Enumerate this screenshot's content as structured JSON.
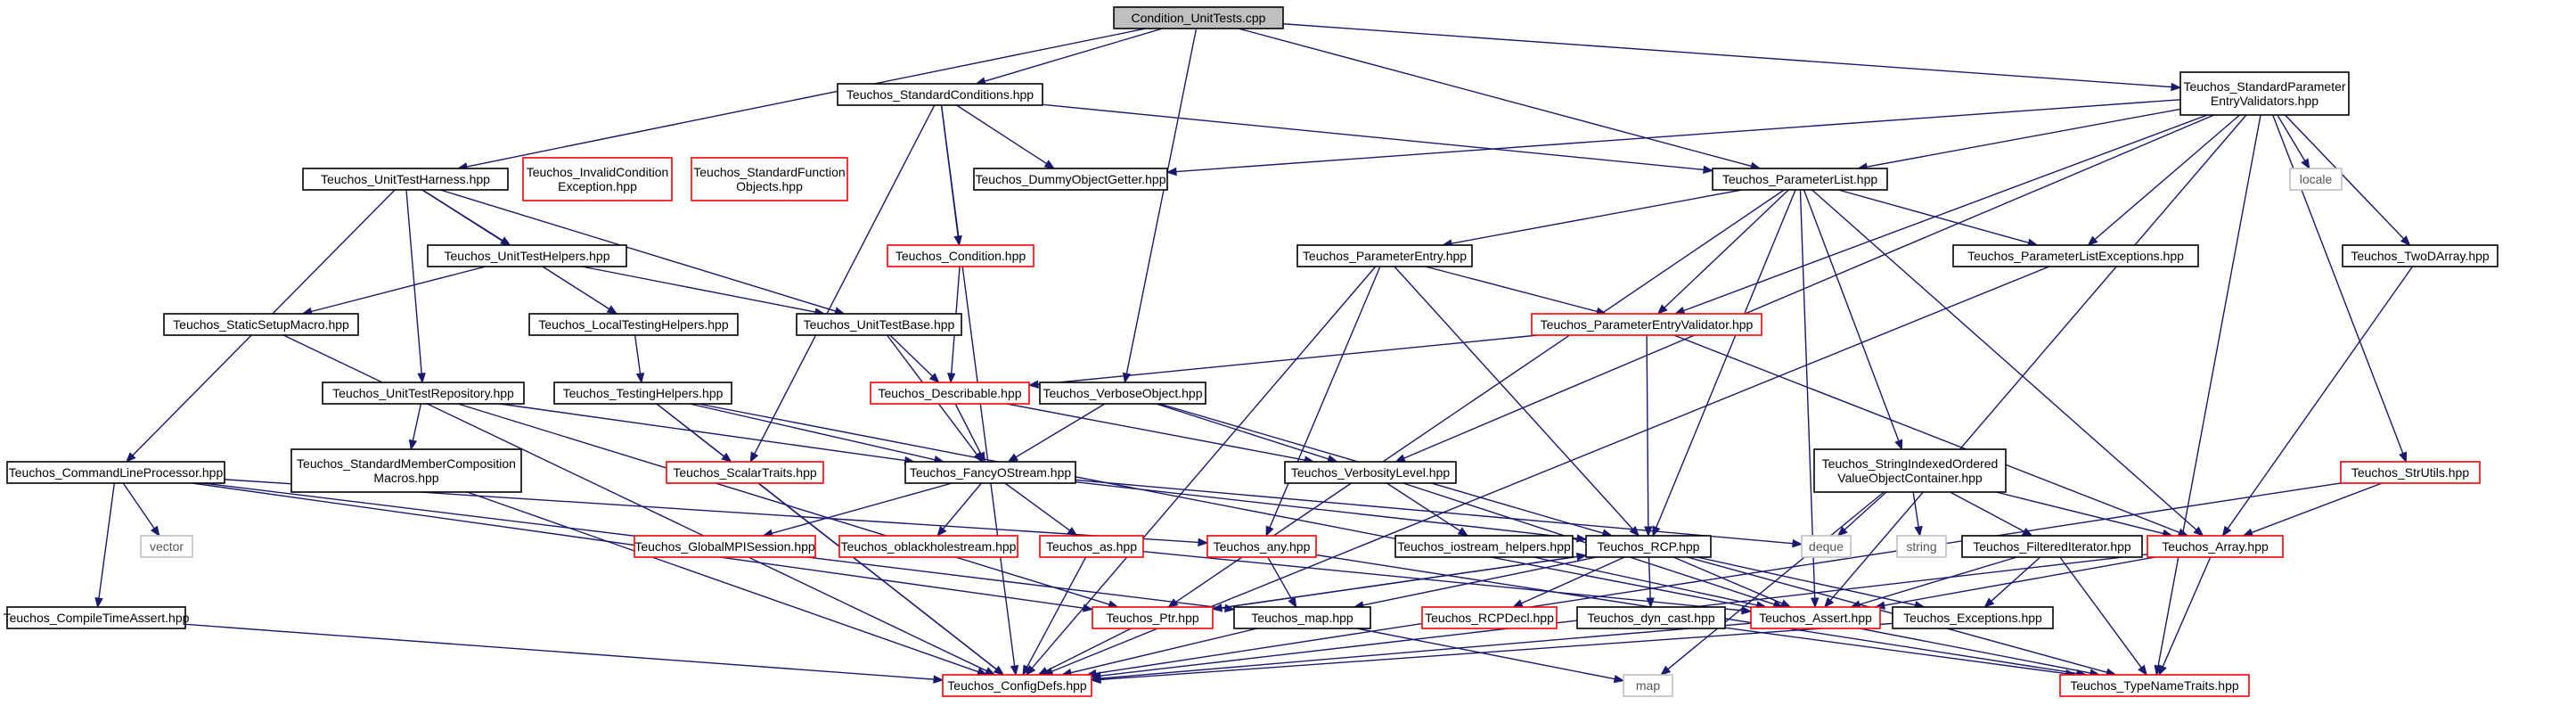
{
  "colors": {
    "edge": "#191970",
    "black_border": "#000000",
    "red_border": "#ff0000",
    "gray_border": "#bfbfbf",
    "root_fill": "#bfbfbf"
  },
  "nodes": [
    {
      "id": "root",
      "lines": [
        "Condition_UnitTests.cpp"
      ],
      "style": "root"
    },
    {
      "id": "stdcond",
      "lines": [
        "Teuchos_StandardConditions.hpp"
      ],
      "style": "black"
    },
    {
      "id": "speev",
      "lines": [
        "Teuchos_StandardParameter",
        "EntryValidators.hpp"
      ],
      "style": "black"
    },
    {
      "id": "uth",
      "lines": [
        "Teuchos_UnitTestHarness.hpp"
      ],
      "style": "black"
    },
    {
      "id": "ice",
      "lines": [
        "Teuchos_InvalidCondition",
        "Exception.hpp"
      ],
      "style": "red"
    },
    {
      "id": "sfo",
      "lines": [
        "Teuchos_StandardFunction",
        "Objects.hpp"
      ],
      "style": "red"
    },
    {
      "id": "dog",
      "lines": [
        "Teuchos_DummyObjectGetter.hpp"
      ],
      "style": "black"
    },
    {
      "id": "pl",
      "lines": [
        "Teuchos_ParameterList.hpp"
      ],
      "style": "black"
    },
    {
      "id": "locale",
      "lines": [
        "locale"
      ],
      "style": "gray"
    },
    {
      "id": "uthelp",
      "lines": [
        "Teuchos_UnitTestHelpers.hpp"
      ],
      "style": "black"
    },
    {
      "id": "cond",
      "lines": [
        "Teuchos_Condition.hpp"
      ],
      "style": "red"
    },
    {
      "id": "pe",
      "lines": [
        "Teuchos_ParameterEntry.hpp"
      ],
      "style": "black"
    },
    {
      "id": "ple",
      "lines": [
        "Teuchos_ParameterListExceptions.hpp"
      ],
      "style": "black"
    },
    {
      "id": "tda",
      "lines": [
        "Teuchos_TwoDArray.hpp"
      ],
      "style": "black"
    },
    {
      "id": "ssm",
      "lines": [
        "Teuchos_StaticSetupMacro.hpp"
      ],
      "style": "black"
    },
    {
      "id": "lth",
      "lines": [
        "Teuchos_LocalTestingHelpers.hpp"
      ],
      "style": "black"
    },
    {
      "id": "utb",
      "lines": [
        "Teuchos_UnitTestBase.hpp"
      ],
      "style": "black"
    },
    {
      "id": "pev",
      "lines": [
        "Teuchos_ParameterEntryValidator.hpp"
      ],
      "style": "red"
    },
    {
      "id": "utr",
      "lines": [
        "Teuchos_UnitTestRepository.hpp"
      ],
      "style": "black"
    },
    {
      "id": "th",
      "lines": [
        "Teuchos_TestingHelpers.hpp"
      ],
      "style": "black"
    },
    {
      "id": "desc",
      "lines": [
        "Teuchos_Describable.hpp"
      ],
      "style": "red"
    },
    {
      "id": "vo",
      "lines": [
        "Teuchos_VerboseObject.hpp"
      ],
      "style": "black"
    },
    {
      "id": "smcm",
      "lines": [
        "Teuchos_StandardMemberComposition",
        "Macros.hpp"
      ],
      "style": "black"
    },
    {
      "id": "siovoc",
      "lines": [
        "Teuchos_StringIndexedOrdered",
        "ValueObjectContainer.hpp"
      ],
      "style": "black"
    },
    {
      "id": "clp",
      "lines": [
        "Teuchos_CommandLineProcessor.hpp"
      ],
      "style": "black"
    },
    {
      "id": "st",
      "lines": [
        "Teuchos_ScalarTraits.hpp"
      ],
      "style": "red"
    },
    {
      "id": "fos",
      "lines": [
        "Teuchos_FancyOStream.hpp"
      ],
      "style": "black"
    },
    {
      "id": "vl",
      "lines": [
        "Teuchos_VerbosityLevel.hpp"
      ],
      "style": "black"
    },
    {
      "id": "stru",
      "lines": [
        "Teuchos_StrUtils.hpp"
      ],
      "style": "red"
    },
    {
      "id": "vector",
      "lines": [
        "vector"
      ],
      "style": "gray"
    },
    {
      "id": "gmpi",
      "lines": [
        "Teuchos_GlobalMPISession.hpp"
      ],
      "style": "red"
    },
    {
      "id": "obh",
      "lines": [
        "Teuchos_oblackholestream.hpp"
      ],
      "style": "red"
    },
    {
      "id": "as",
      "lines": [
        "Teuchos_as.hpp"
      ],
      "style": "red"
    },
    {
      "id": "any",
      "lines": [
        "Teuchos_any.hpp"
      ],
      "style": "red"
    },
    {
      "id": "ioh",
      "lines": [
        "Teuchos_iostream_helpers.hpp"
      ],
      "style": "black"
    },
    {
      "id": "rcp",
      "lines": [
        "Teuchos_RCP.hpp"
      ],
      "style": "black"
    },
    {
      "id": "deque",
      "lines": [
        "deque"
      ],
      "style": "gray"
    },
    {
      "id": "string",
      "lines": [
        "string"
      ],
      "style": "gray"
    },
    {
      "id": "fi",
      "lines": [
        "Teuchos_FilteredIterator.hpp"
      ],
      "style": "black"
    },
    {
      "id": "arr",
      "lines": [
        "Teuchos_Array.hpp"
      ],
      "style": "red"
    },
    {
      "id": "ctassert",
      "lines": [
        "Teuchos_CompileTimeAssert.hpp"
      ],
      "style": "black"
    },
    {
      "id": "ptr",
      "lines": [
        "Teuchos_Ptr.hpp"
      ],
      "style": "red"
    },
    {
      "id": "map_hpp",
      "lines": [
        "Teuchos_map.hpp"
      ],
      "style": "black"
    },
    {
      "id": "rcpdecl",
      "lines": [
        "Teuchos_RCPDecl.hpp"
      ],
      "style": "red"
    },
    {
      "id": "dyncast",
      "lines": [
        "Teuchos_dyn_cast.hpp"
      ],
      "style": "black"
    },
    {
      "id": "assert",
      "lines": [
        "Teuchos_Assert.hpp"
      ],
      "style": "red"
    },
    {
      "id": "exc",
      "lines": [
        "Teuchos_Exceptions.hpp"
      ],
      "style": "black"
    },
    {
      "id": "cdefs",
      "lines": [
        "Teuchos_ConfigDefs.hpp"
      ],
      "style": "red"
    },
    {
      "id": "map",
      "lines": [
        "map"
      ],
      "style": "gray"
    },
    {
      "id": "tnt",
      "lines": [
        "Teuchos_TypeNameTraits.hpp"
      ],
      "style": "red"
    }
  ],
  "edges": [
    [
      "root",
      "stdcond"
    ],
    [
      "root",
      "speev"
    ],
    [
      "root",
      "uth"
    ],
    [
      "root",
      "pl"
    ],
    [
      "root",
      "vo"
    ],
    [
      "stdcond",
      "dog"
    ],
    [
      "stdcond",
      "pl"
    ],
    [
      "stdcond",
      "cond"
    ],
    [
      "stdcond",
      "st"
    ],
    [
      "stdcond",
      "cdefs"
    ],
    [
      "speev",
      "dog"
    ],
    [
      "speev",
      "pl"
    ],
    [
      "speev",
      "locale"
    ],
    [
      "speev",
      "ple"
    ],
    [
      "speev",
      "pev"
    ],
    [
      "speev",
      "tda"
    ],
    [
      "speev",
      "stru"
    ],
    [
      "speev",
      "vl"
    ],
    [
      "speev",
      "assert"
    ],
    [
      "speev",
      "tnt"
    ],
    [
      "uth",
      "uthelp"
    ],
    [
      "uth",
      "lth"
    ],
    [
      "uth",
      "utb"
    ],
    [
      "uth",
      "utr"
    ],
    [
      "uth",
      "clp"
    ],
    [
      "uthelp",
      "ssm"
    ],
    [
      "uthelp",
      "utb"
    ],
    [
      "lth",
      "th"
    ],
    [
      "utb",
      "desc"
    ],
    [
      "utb",
      "fos"
    ],
    [
      "cond",
      "desc"
    ],
    [
      "pl",
      "pe"
    ],
    [
      "pl",
      "ple"
    ],
    [
      "pl",
      "pev"
    ],
    [
      "pl",
      "siovoc"
    ],
    [
      "pl",
      "arr"
    ],
    [
      "pl",
      "rcp"
    ],
    [
      "pl",
      "assert"
    ],
    [
      "pl",
      "ptr"
    ],
    [
      "pe",
      "pev"
    ],
    [
      "pe",
      "any"
    ],
    [
      "pe",
      "rcp"
    ],
    [
      "pe",
      "cdefs"
    ],
    [
      "pev",
      "desc"
    ],
    [
      "pev",
      "rcp"
    ],
    [
      "pev",
      "arr"
    ],
    [
      "ple",
      "cdefs"
    ],
    [
      "tda",
      "arr"
    ],
    [
      "stru",
      "arr"
    ],
    [
      "stru",
      "cdefs"
    ],
    [
      "ssm",
      "cdefs"
    ],
    [
      "utr",
      "smcm"
    ],
    [
      "utr",
      "fos"
    ],
    [
      "utr",
      "ptr"
    ],
    [
      "th",
      "st"
    ],
    [
      "th",
      "fos"
    ],
    [
      "th",
      "cdefs"
    ],
    [
      "th",
      "tnt"
    ],
    [
      "desc",
      "fos"
    ],
    [
      "desc",
      "vl"
    ],
    [
      "vo",
      "fos"
    ],
    [
      "vo",
      "vl"
    ],
    [
      "vo",
      "rcp"
    ],
    [
      "smcm",
      "cdefs"
    ],
    [
      "siovoc",
      "deque"
    ],
    [
      "siovoc",
      "string"
    ],
    [
      "siovoc",
      "fi"
    ],
    [
      "siovoc",
      "arr"
    ],
    [
      "siovoc",
      "map"
    ],
    [
      "clp",
      "vector"
    ],
    [
      "clp",
      "ctassert"
    ],
    [
      "clp",
      "any"
    ],
    [
      "clp",
      "ptr"
    ],
    [
      "clp",
      "map_hpp"
    ],
    [
      "st",
      "cdefs"
    ],
    [
      "fos",
      "gmpi"
    ],
    [
      "fos",
      "obh"
    ],
    [
      "fos",
      "as"
    ],
    [
      "fos",
      "rcp"
    ],
    [
      "fos",
      "deque"
    ],
    [
      "vl",
      "ioh"
    ],
    [
      "vl",
      "assert"
    ],
    [
      "as",
      "assert"
    ],
    [
      "as",
      "cdefs"
    ],
    [
      "any",
      "map_hpp"
    ],
    [
      "any",
      "tnt"
    ],
    [
      "ioh",
      "assert"
    ],
    [
      "rcp",
      "ptr"
    ],
    [
      "rcp",
      "map_hpp"
    ],
    [
      "rcp",
      "rcpdecl"
    ],
    [
      "rcp",
      "dyncast"
    ],
    [
      "rcp",
      "assert"
    ],
    [
      "rcp",
      "exc"
    ],
    [
      "rcp",
      "tnt"
    ],
    [
      "fi",
      "assert"
    ],
    [
      "fi",
      "exc"
    ],
    [
      "fi",
      "tnt"
    ],
    [
      "arr",
      "assert"
    ],
    [
      "arr",
      "tnt"
    ],
    [
      "arr",
      "cdefs"
    ],
    [
      "ctassert",
      "cdefs"
    ],
    [
      "ptr",
      "rcp"
    ],
    [
      "ptr",
      "cdefs"
    ],
    [
      "map_hpp",
      "cdefs"
    ],
    [
      "map_hpp",
      "map"
    ],
    [
      "dyncast",
      "tnt"
    ],
    [
      "assert",
      "cdefs"
    ],
    [
      "exc",
      "cdefs"
    ]
  ]
}
